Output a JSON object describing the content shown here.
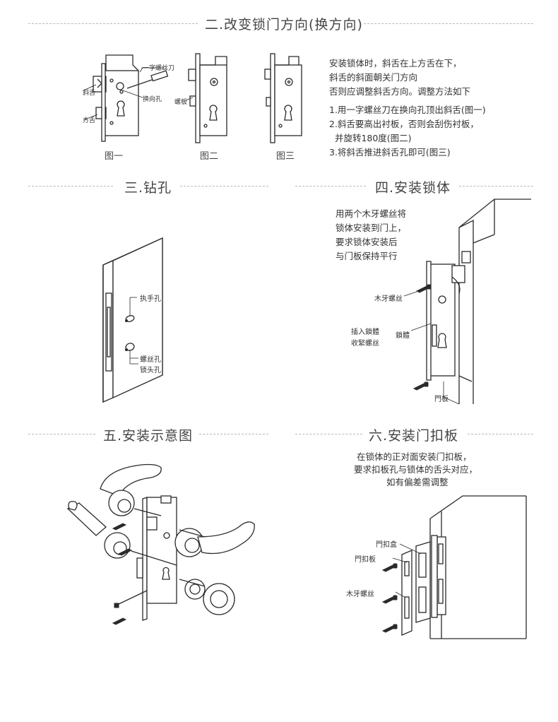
{
  "sections": {
    "s2": {
      "title": "二.改变锁门方向(换方向)",
      "fig1": {
        "caption": "图一",
        "label_screwdriver": "一字螺丝刀",
        "label_hole": "换向孔",
        "label_latch": "斜舌",
        "label_deadbolt": "方舌"
      },
      "fig2": {
        "caption": "图二",
        "label_plate": "螺板"
      },
      "fig3": {
        "caption": "图三"
      },
      "text": [
        "安装锁体时，斜舌在上方舌在下，",
        "斜舌的斜面朝关门方向",
        "否则应调整斜舌方向。调整方法如下",
        "1.用一字螺丝刀在换向孔顶出斜舌(图一)",
        "2.斜舌要高出衬板，否则会刮伤衬板，",
        "  并旋转180度(图二)",
        "3.将斜舌推进斜舌孔即可(图三)"
      ]
    },
    "s3": {
      "title": "三.钻孔",
      "label_handle_hole": "执手孔",
      "label_screw_hole": "螺丝孔",
      "label_cylinder_hole": "锁头孔"
    },
    "s4": {
      "title": "四.安装锁体",
      "text": [
        "用两个木牙螺丝将",
        "锁体安装到门上，",
        "要求锁体安装后",
        "与门板保持平行"
      ],
      "label_wood_screw": "木牙螺丝",
      "label_insert": "插入鎖體",
      "label_tighten": "收緊螺丝",
      "label_lockbody": "鎖體",
      "label_door": "門板"
    },
    "s5": {
      "title": "五.安装示意图"
    },
    "s6": {
      "title": "六.安装门扣板",
      "text": [
        "在锁体的正对面安装门扣板，",
        "要求扣板孔与锁体的舌头对应，",
        "如有偏差需调整"
      ],
      "label_box": "門扣盒",
      "label_plate": "門扣板",
      "label_wood_screw": "木牙螺丝"
    }
  }
}
